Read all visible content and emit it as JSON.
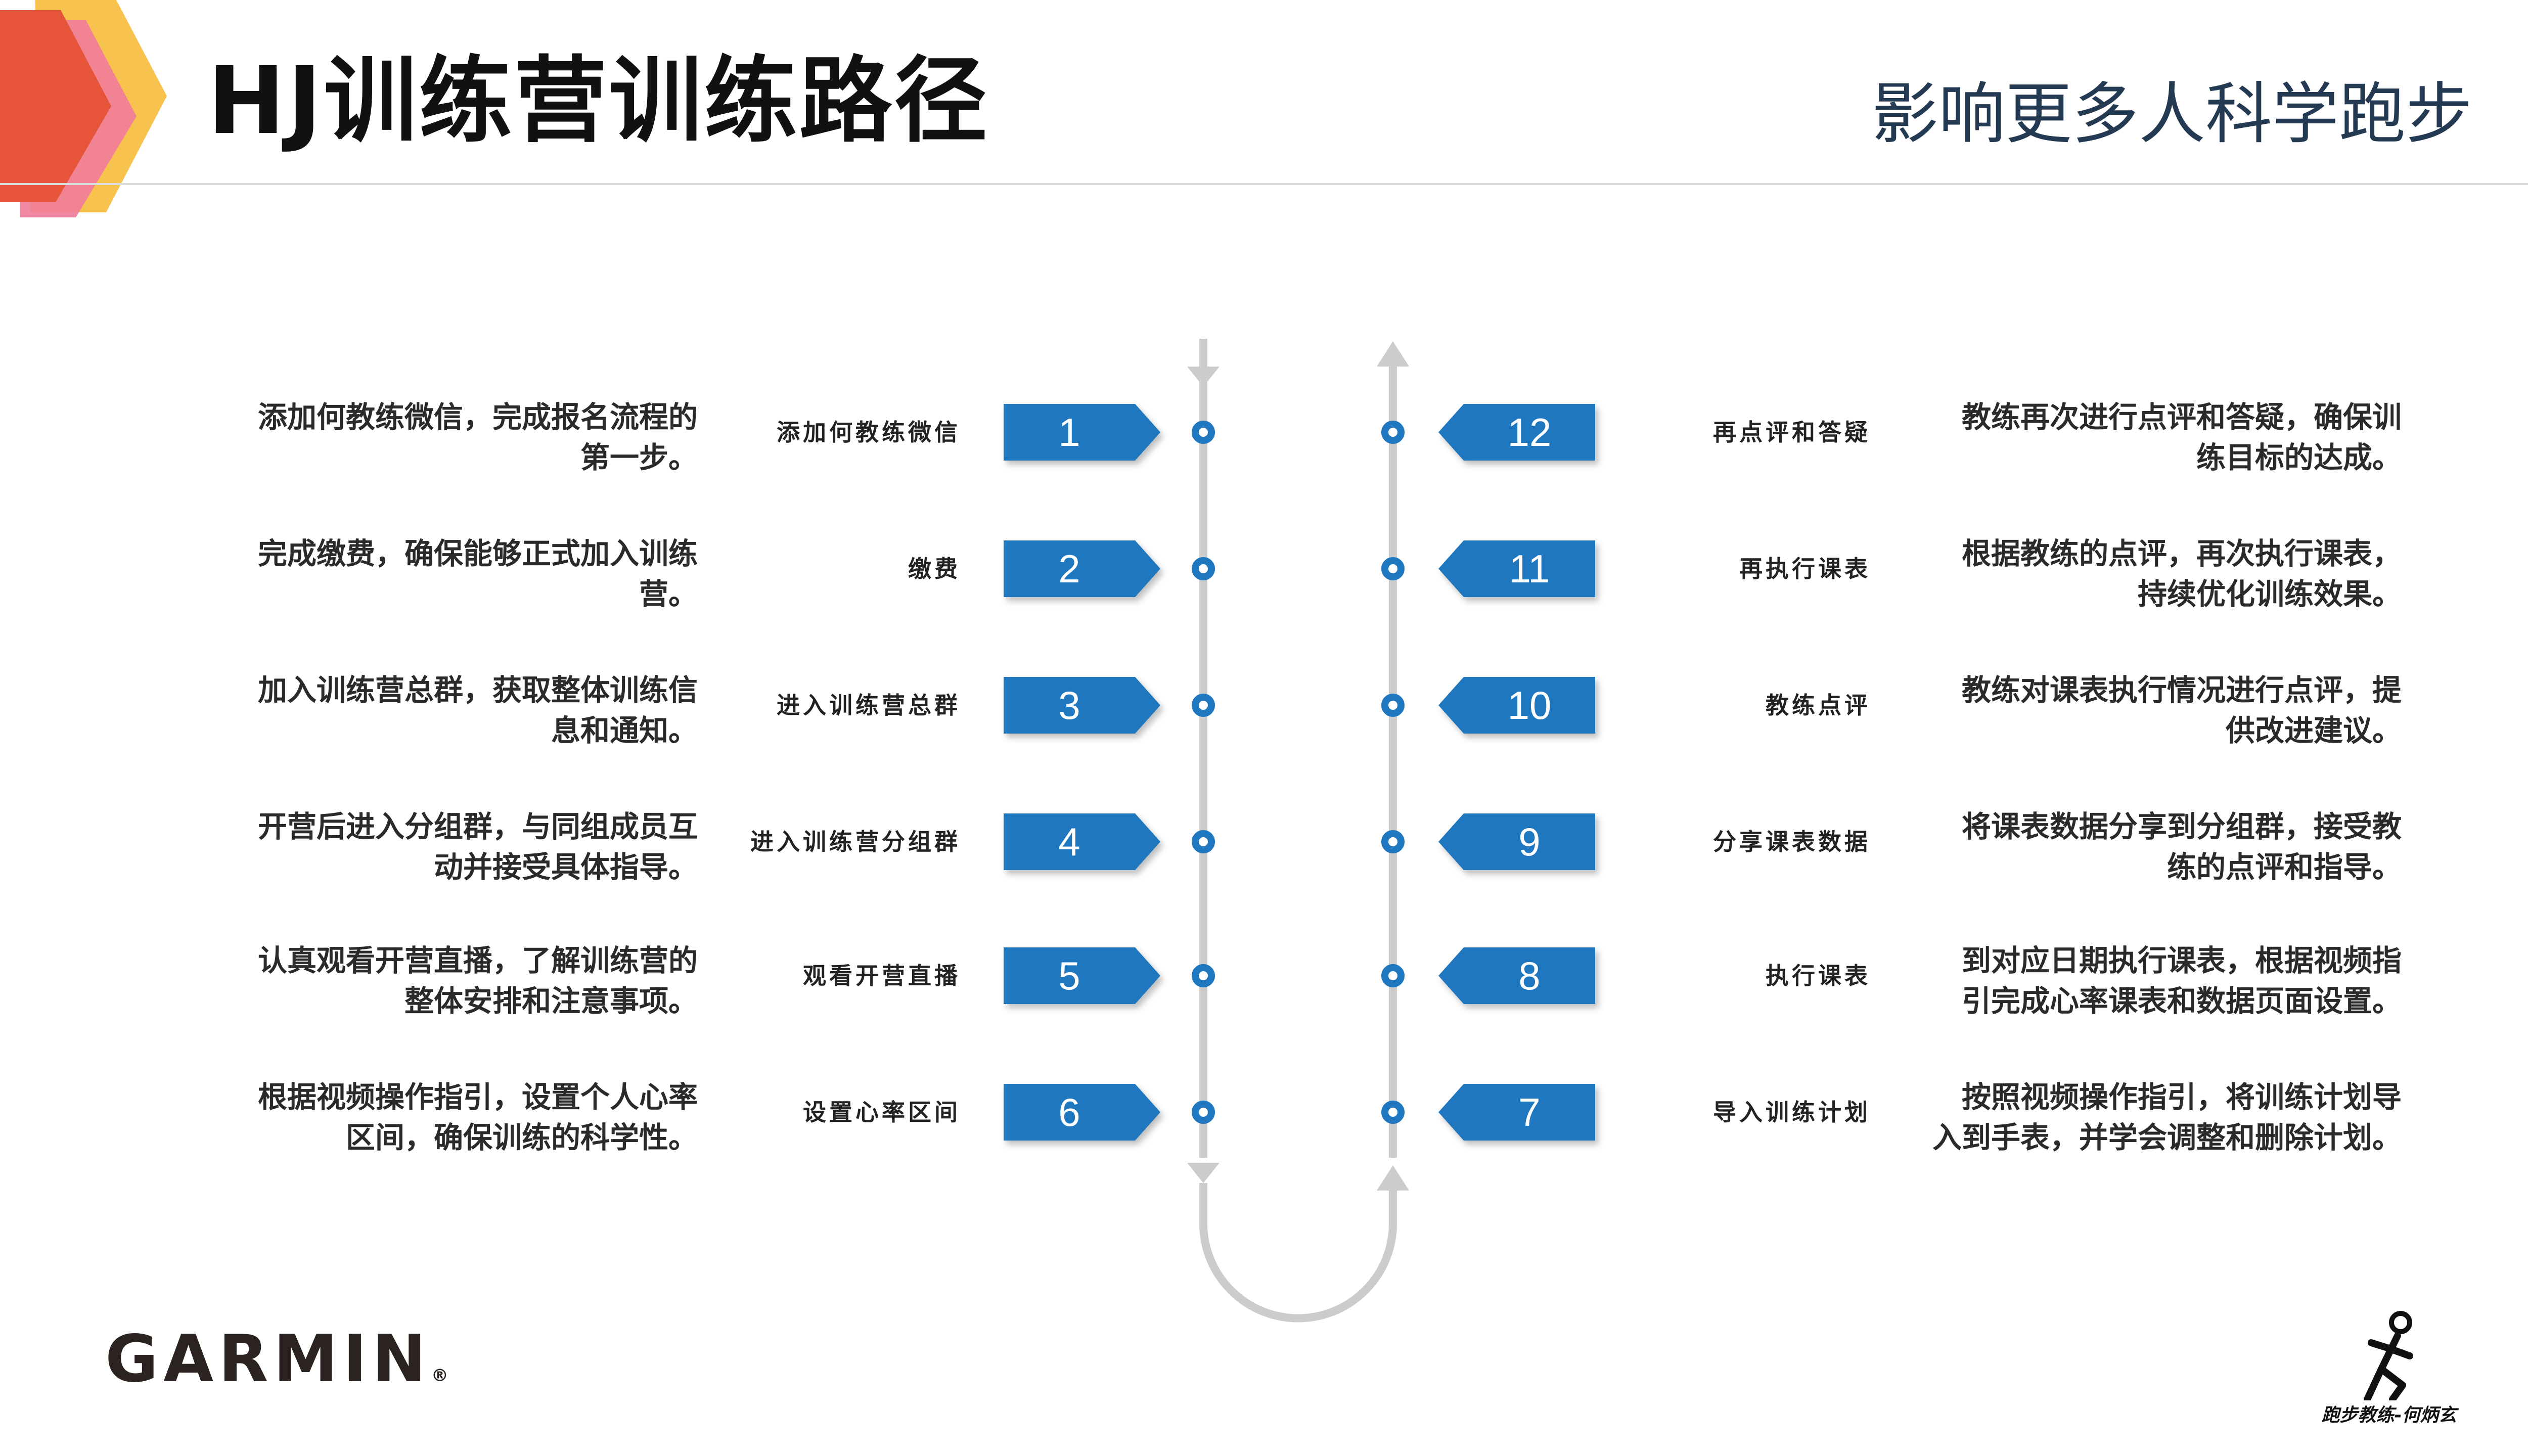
{
  "header": {
    "title": "HJ训练营训练路径",
    "slogan": "影响更多人科学跑步"
  },
  "colors": {
    "accent": "#1f78bf",
    "track": "#cccccc",
    "logo_orange": "#e6543a",
    "logo_pink": "#f07c9a",
    "logo_yellow": "#f8c24e"
  },
  "left_steps": [
    {
      "number": "1",
      "label": "添加何教练微信",
      "desc_line1": "添加何教练微信，完成报名流程的",
      "desc_line2": "第一步。"
    },
    {
      "number": "2",
      "label": "缴费",
      "desc_line1": "完成缴费，确保能够正式加入训练",
      "desc_line2": "营。"
    },
    {
      "number": "3",
      "label": "进入训练营总群",
      "desc_line1": "加入训练营总群，获取整体训练信",
      "desc_line2": "息和通知。"
    },
    {
      "number": "4",
      "label": "进入训练营分组群",
      "desc_line1": "开营后进入分组群，与同组成员互",
      "desc_line2": "动并接受具体指导。"
    },
    {
      "number": "5",
      "label": "观看开营直播",
      "desc_line1": "认真观看开营直播，了解训练营的",
      "desc_line2": "整体安排和注意事项。"
    },
    {
      "number": "6",
      "label": "设置心率区间",
      "desc_line1": "根据视频操作指引，设置个人心率",
      "desc_line2": "区间，确保训练的科学性。"
    }
  ],
  "right_steps": [
    {
      "number": "12",
      "label": "再点评和答疑",
      "desc_line1": "教练再次进行点评和答疑，确保训",
      "desc_line2": "练目标的达成。"
    },
    {
      "number": "11",
      "label": "再执行课表",
      "desc_line1": "根据教练的点评，再次执行课表，",
      "desc_line2": "持续优化训练效果。"
    },
    {
      "number": "10",
      "label": "教练点评",
      "desc_line1": "教练对课表执行情况进行点评，提",
      "desc_line2": "供改进建议。"
    },
    {
      "number": "9",
      "label": "分享课表数据",
      "desc_line1": "将课表数据分享到分组群，接受教",
      "desc_line2": "练的点评和指导。"
    },
    {
      "number": "8",
      "label": "执行课表",
      "desc_line1": "到对应日期执行课表，根据视频指",
      "desc_line2": "引完成心率课表和数据页面设置。"
    },
    {
      "number": "7",
      "label": "导入训练计划",
      "desc_line1": "按照视频操作指引，将训练计划导",
      "desc_line2": "入到手表，并学会调整和删除计划。"
    }
  ],
  "footer": {
    "brand": "GARMIN",
    "registered": "®",
    "coach_caption": "跑步教练-何炳玄",
    "coach_icon": "runner-icon"
  }
}
